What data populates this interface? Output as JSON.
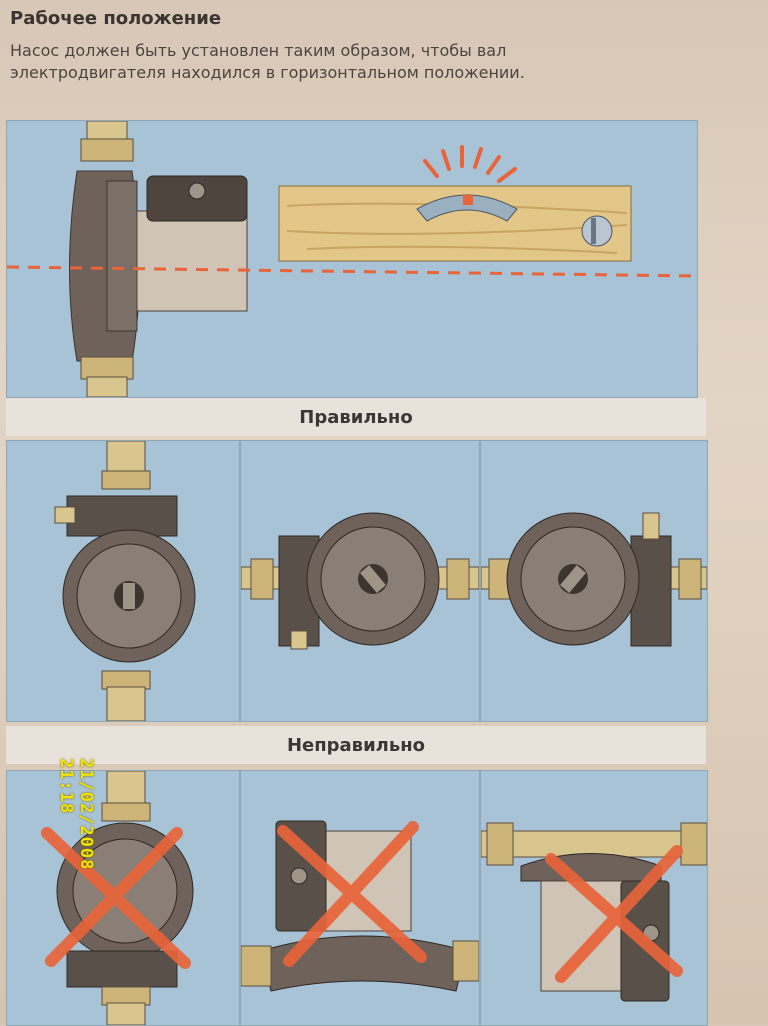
{
  "heading": "Рабочее положение",
  "intro": "Насос должен быть установлен таким образом, чтобы вал электродвигателя находился в горизонтальном положении.",
  "section_correct": "Правильно",
  "section_incorrect": "Неправильно",
  "timestamp": "21/02/2008 21:18",
  "colors": {
    "panel": "#a9c3d6",
    "band": "#e8e2da",
    "cross": "#e8643a",
    "dashed_line": "#e8643a",
    "pump_body": "#6e625a",
    "brass": "#d9c58e",
    "wood": "#e2c788"
  }
}
